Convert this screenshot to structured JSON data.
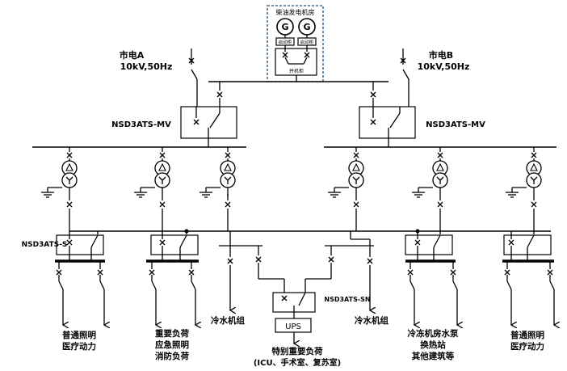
{
  "generator_room": {
    "title": "柴油发电机房",
    "gen_symbol": "G",
    "start_cabinet": "启动柜",
    "parallel_cabinet": "并机柜"
  },
  "sources": {
    "a_name": "市电A",
    "a_spec": "10kV,50Hz",
    "b_name": "市电B",
    "b_spec": "10kV,50Hz"
  },
  "switches": {
    "mv": "NSD3ATS-MV",
    "s": "NSD3ATS-S",
    "sn": "NSD3ATS-SN"
  },
  "ups_label": "UPS",
  "loads": {
    "general_lighting_1": "普通照明",
    "medical_power_1": "医疗动力",
    "important_1": "重要负荷",
    "important_2": "应急照明",
    "important_3": "消防负荷",
    "chiller_left": "冷水机组",
    "chiller_right": "冷水机组",
    "special_1": "特别重要负荷",
    "special_2": "(ICU、手术室、复苏室)",
    "freezer_1": "冷冻机房水泵",
    "freezer_2": "换热站",
    "freezer_3": "其他建筑等",
    "general_lighting_2": "普通照明",
    "medical_power_2": "医疗动力"
  }
}
